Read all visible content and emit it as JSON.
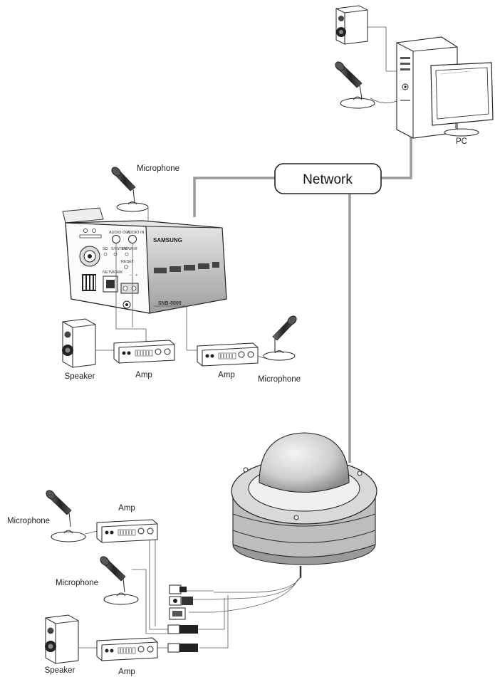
{
  "diagram": {
    "network_label": "Network",
    "labels": {
      "pc": "PC",
      "mic_top": "Microphone",
      "speaker_mid": "Speaker",
      "amp_mid_left": "Amp",
      "amp_mid_right": "Amp",
      "mic_mid_right": "Microphone",
      "mic_bottom_1": "Microphone",
      "amp_bottom_top": "Amp",
      "mic_bottom_2": "Microphone",
      "speaker_bottom": "Speaker",
      "amp_bottom_bottom": "Amp"
    },
    "camera": {
      "brand": "SAMSUNG",
      "model": "SNB-5000",
      "port_labels": [
        "AUDIO OUT",
        "AUDIO IN",
        "SD",
        "SYSTEM",
        "POWER",
        "RESET",
        "NETWORK"
      ]
    },
    "colors": {
      "network_cable": "#9a9a9a",
      "line": "#333333"
    }
  }
}
